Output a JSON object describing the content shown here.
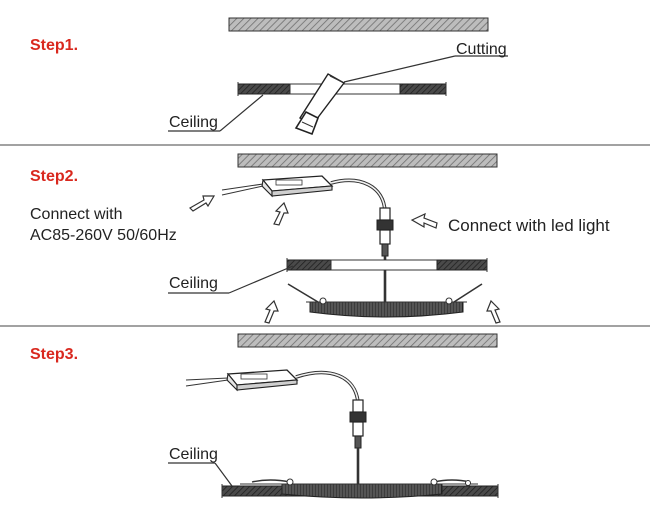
{
  "steps": {
    "step1": {
      "title": "Step1.",
      "cutting_label": "Cutting",
      "ceiling_label": "Ceiling"
    },
    "step2": {
      "title": "Step2.",
      "connect_with_label": "Connect with",
      "voltage_label": "AC85-260V  50/60Hz",
      "led_label": "Connect with led light",
      "ceiling_label": "Ceiling"
    },
    "step3": {
      "title": "Step3.",
      "ceiling_label": "Ceiling"
    }
  },
  "colors": {
    "step_title": "#d9281e",
    "line": "#333333",
    "hatch": "#8a8a8a"
  }
}
